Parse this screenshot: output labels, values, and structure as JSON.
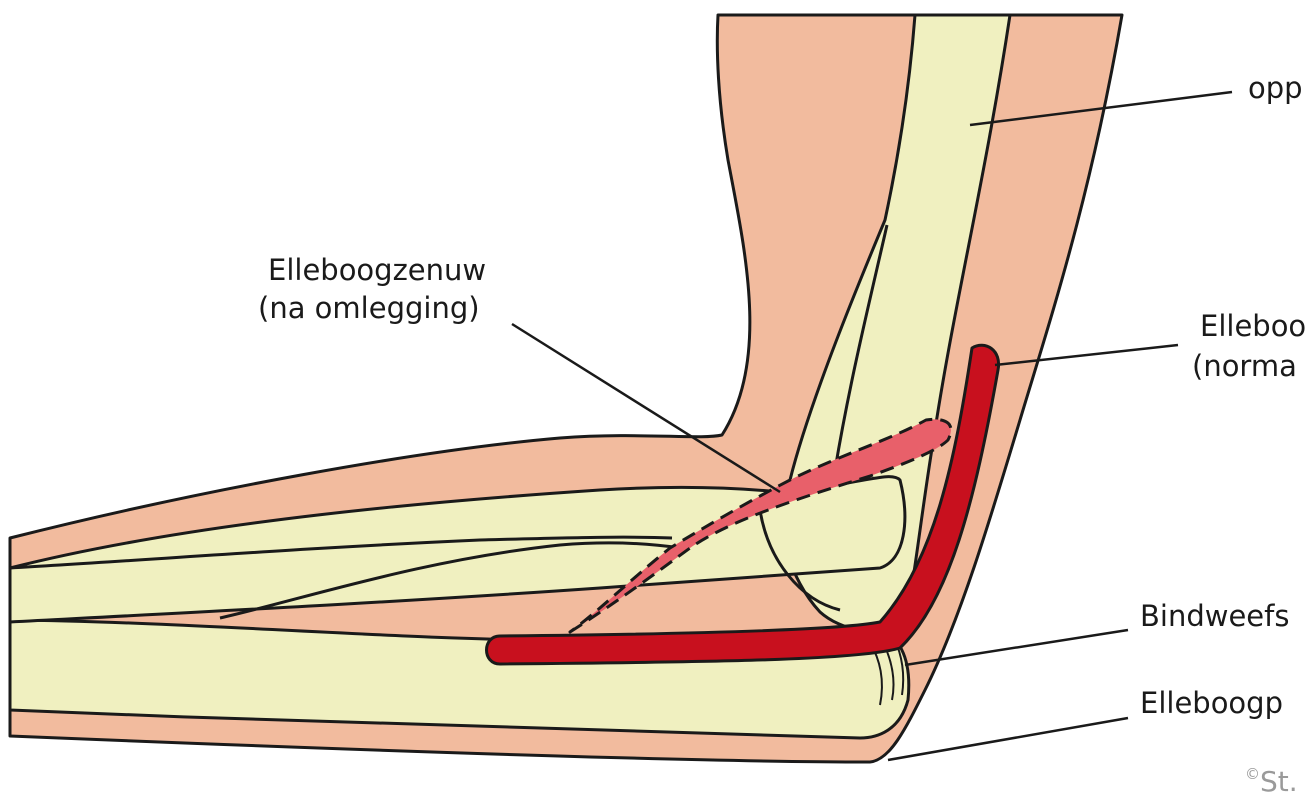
{
  "labels": {
    "top_right": "opp",
    "nerve_moved_line1": "Elleboogzenuw",
    "nerve_moved_line2": "(na omlegging)",
    "nerve_normal_line1": "Elleboo",
    "nerve_normal_line2": "(norma",
    "connective": "Bindweefs",
    "elbow_point": "Elleboogp"
  },
  "copyright": {
    "symbol": "©",
    "text": "St."
  },
  "colors": {
    "skin": "#f2bb9e",
    "bone": "#f0f0c0",
    "nerve_normal": "#c8101e",
    "nerve_moved": "#e8606a",
    "outline": "#1a1a1a"
  }
}
